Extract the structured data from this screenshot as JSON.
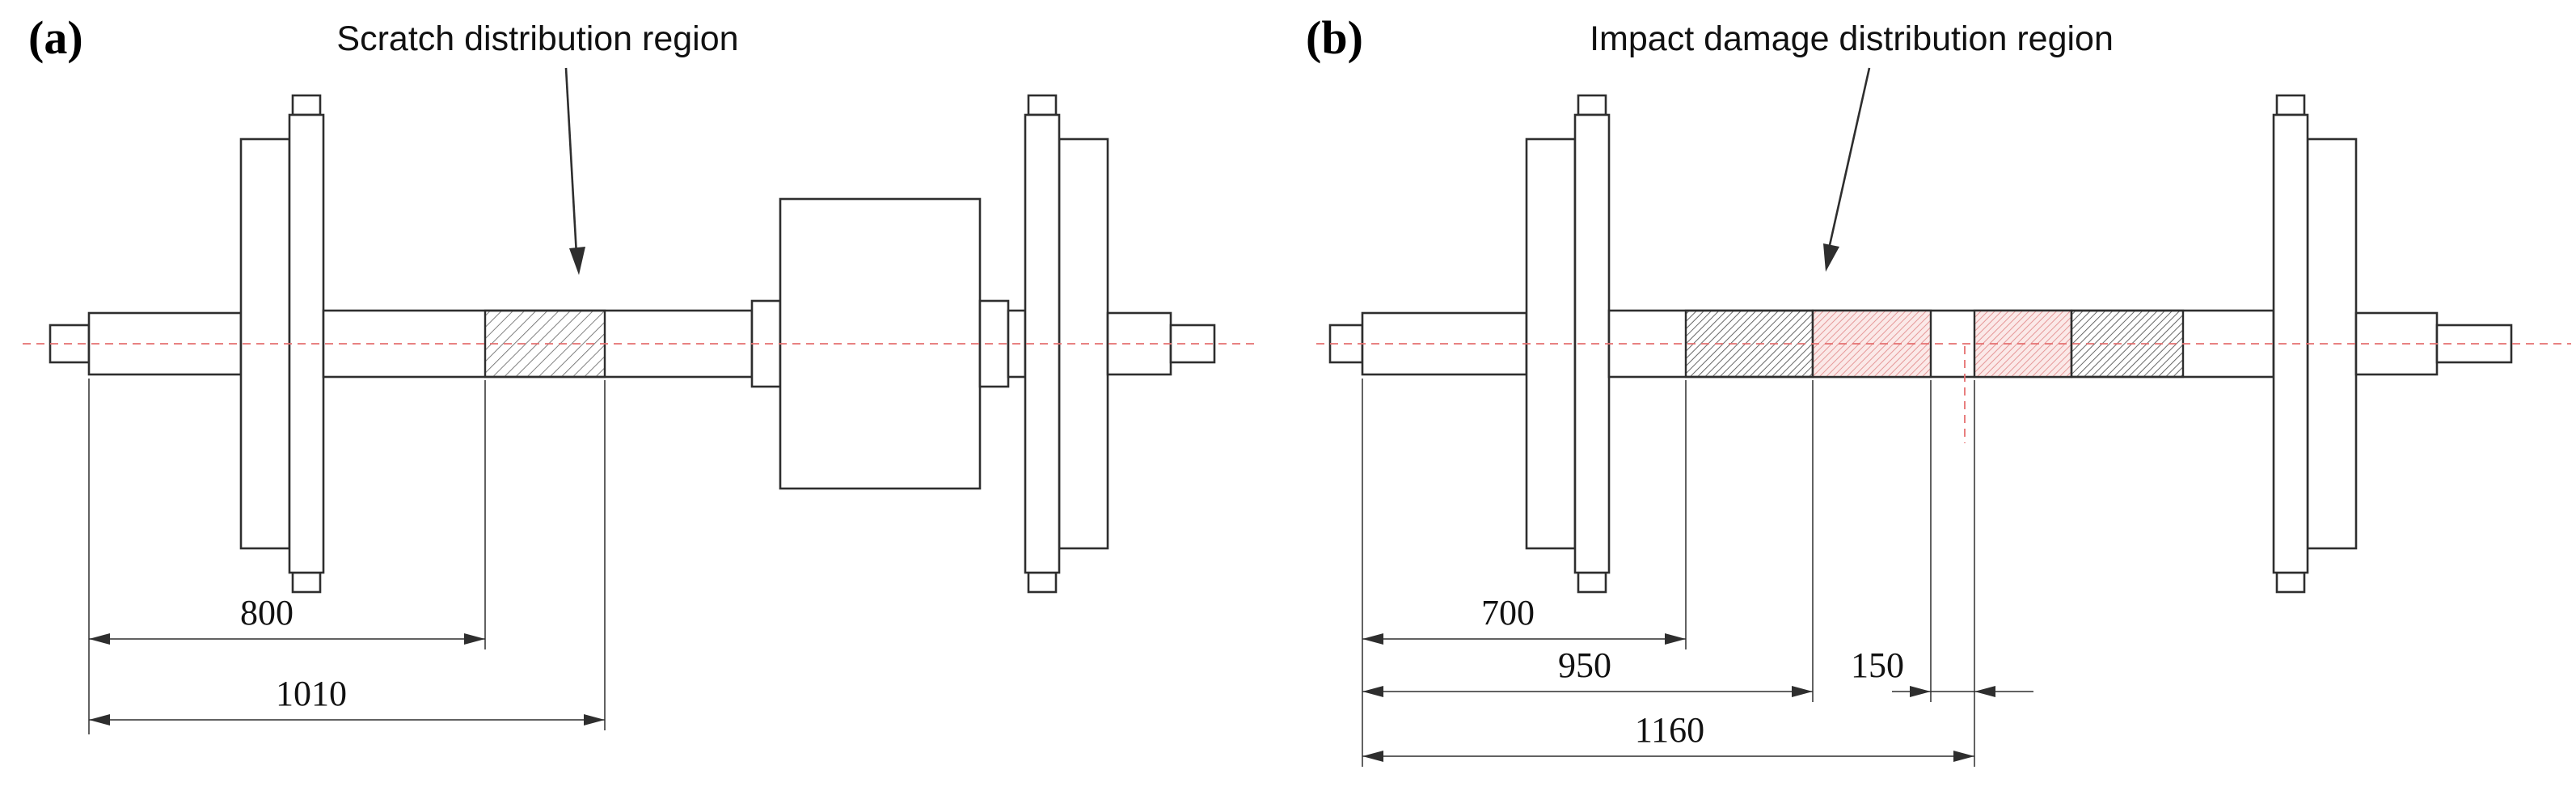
{
  "figure": {
    "background": "#ffffff",
    "colors": {
      "line": "#2e2e2e",
      "centerline": "#e57070",
      "hatch_gray": "#6a6a6a",
      "hatch_gray_dense": "#565656",
      "hatch_pink": "#e59898",
      "pink_bg": "#fbe9e8",
      "text": "#111111"
    },
    "panel_a": {
      "label": "(a)",
      "annotation": "Scratch distribution region",
      "dims": {
        "d800": "800",
        "d1010": "1010"
      }
    },
    "panel_b": {
      "label": "(b)",
      "annotation": "Impact damage distribution region",
      "dims": {
        "d700": "700",
        "d950": "950",
        "d150": "150",
        "d1160": "1160"
      }
    }
  }
}
